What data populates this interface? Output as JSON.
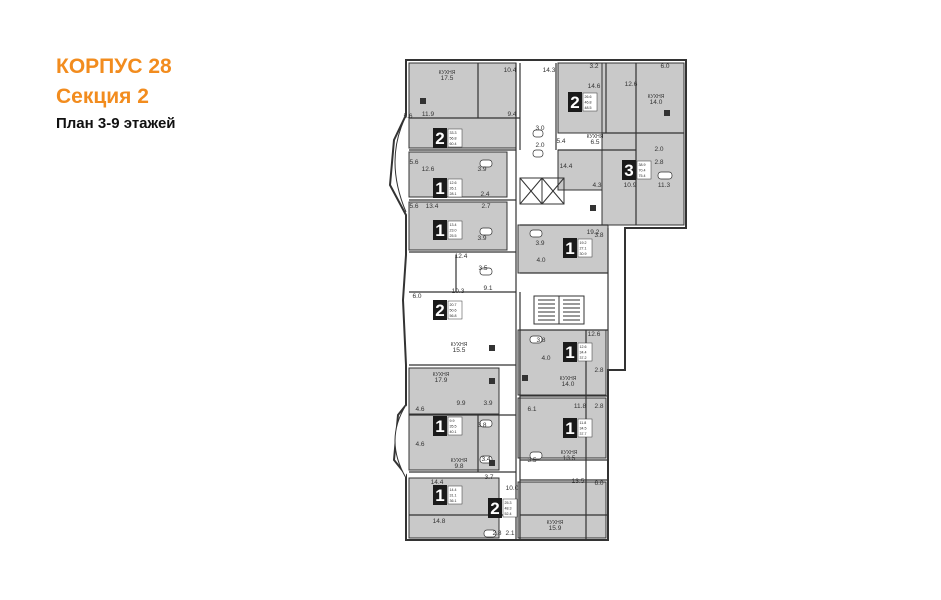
{
  "header": {
    "building": "КОРПУС 28",
    "section": "Секция 2",
    "floors": "План 3-9 этажей"
  },
  "colors": {
    "title": "#f28c1e",
    "apartment_fill": "#c9c9c9",
    "wall": "#333333",
    "badge": "#1a1a1a"
  },
  "rooms": [
    {
      "label": "КУХНЯ",
      "area": "17.5"
    },
    {
      "label": "",
      "area": "10.4"
    },
    {
      "label": "",
      "area": "14.3"
    },
    {
      "label": "",
      "area": "3.2"
    },
    {
      "label": "",
      "area": "6.0"
    },
    {
      "label": "",
      "area": "14.6"
    },
    {
      "label": "",
      "area": "12.6"
    },
    {
      "label": "КУХНЯ",
      "area": "14.0"
    },
    {
      "label": "",
      "area": "11.9"
    },
    {
      "label": "",
      "area": "5.6"
    },
    {
      "label": "",
      "area": "9.4"
    },
    {
      "label": "",
      "area": "3.0"
    },
    {
      "label": "",
      "area": "2.0"
    },
    {
      "label": "",
      "area": "5.4"
    },
    {
      "label": "КУХНЯ",
      "area": "6.5"
    },
    {
      "label": "",
      "area": "5.6"
    },
    {
      "label": "",
      "area": "12.6"
    },
    {
      "label": "",
      "area": "3.9"
    },
    {
      "label": "",
      "area": "14.4"
    },
    {
      "label": "",
      "area": "4.3"
    },
    {
      "label": "",
      "area": "10.9"
    },
    {
      "label": "",
      "area": "2.0"
    },
    {
      "label": "",
      "area": "2.8"
    },
    {
      "label": "",
      "area": "11.3"
    },
    {
      "label": "",
      "area": "2.4"
    },
    {
      "label": "",
      "area": "5.6"
    },
    {
      "label": "",
      "area": "13.4"
    },
    {
      "label": "",
      "area": "2.7"
    },
    {
      "label": "",
      "area": "3.9"
    },
    {
      "label": "",
      "area": "3.9"
    },
    {
      "label": "",
      "area": "19.2"
    },
    {
      "label": "",
      "area": "3.8"
    },
    {
      "label": "",
      "area": "4.0"
    },
    {
      "label": "",
      "area": "12.4"
    },
    {
      "label": "",
      "area": "3.5"
    },
    {
      "label": "",
      "area": "10.3"
    },
    {
      "label": "",
      "area": "9.1"
    },
    {
      "label": "",
      "area": "6.0"
    },
    {
      "label": "",
      "area": "3.8"
    },
    {
      "label": "",
      "area": "12.6"
    },
    {
      "label": "КУХНЯ",
      "area": "15.5"
    },
    {
      "label": "",
      "area": "4.0"
    },
    {
      "label": "",
      "area": "2.8"
    },
    {
      "label": "КУХНЯ",
      "area": "17.9"
    },
    {
      "label": "КУХНЯ",
      "area": "14.0"
    },
    {
      "label": "",
      "area": "9.9"
    },
    {
      "label": "",
      "area": "3.9"
    },
    {
      "label": "",
      "area": "6.1"
    },
    {
      "label": "",
      "area": "11.8"
    },
    {
      "label": "",
      "area": "2.8"
    },
    {
      "label": "",
      "area": "4.6"
    },
    {
      "label": "",
      "area": "3.8"
    },
    {
      "label": "",
      "area": "4.6"
    },
    {
      "label": "",
      "area": "3.4"
    },
    {
      "label": "КУХНЯ",
      "area": "9.8"
    },
    {
      "label": "",
      "area": "3.5"
    },
    {
      "label": "КУХНЯ",
      "area": "13.5"
    },
    {
      "label": "",
      "area": "3.7"
    },
    {
      "label": "",
      "area": "14.4"
    },
    {
      "label": "",
      "area": "10.0"
    },
    {
      "label": "",
      "area": "13.5"
    },
    {
      "label": "",
      "area": "6.0"
    },
    {
      "label": "КУХНЯ",
      "area": "15.9"
    },
    {
      "label": "",
      "area": "14.8"
    },
    {
      "label": "",
      "area": "2.8"
    },
    {
      "label": "",
      "area": "2.1"
    }
  ],
  "apartments": [
    {
      "rooms": "2",
      "areas": [
        "33.3",
        "56.8",
        "60.4"
      ]
    },
    {
      "rooms": "2",
      "areas": [
        "26.6",
        "46.8",
        "48.5"
      ]
    },
    {
      "rooms": "3",
      "areas": [
        "38.9",
        "70.4",
        "75.4"
      ]
    },
    {
      "rooms": "1",
      "areas": [
        "12.6",
        "26.1",
        "28.1"
      ]
    },
    {
      "rooms": "1",
      "areas": [
        "13.4",
        "23.0",
        "25.5"
      ]
    },
    {
      "rooms": "1",
      "areas": [
        "19.2",
        "27.1",
        "30.9"
      ]
    },
    {
      "rooms": "2",
      "areas": [
        "20.7",
        "50.6",
        "56.8"
      ]
    },
    {
      "rooms": "1",
      "areas": [
        "12.6",
        "34.4",
        "37.2"
      ]
    },
    {
      "rooms": "1",
      "areas": [
        "9.9",
        "35.5",
        "40.1"
      ]
    },
    {
      "rooms": "1",
      "areas": [
        "11.8",
        "34.5",
        "37.7"
      ]
    },
    {
      "rooms": "1",
      "areas": [
        "14.4",
        "31.1",
        "36.1"
      ]
    },
    {
      "rooms": "2",
      "areas": [
        "25.3",
        "48.3",
        "52.4"
      ]
    }
  ]
}
